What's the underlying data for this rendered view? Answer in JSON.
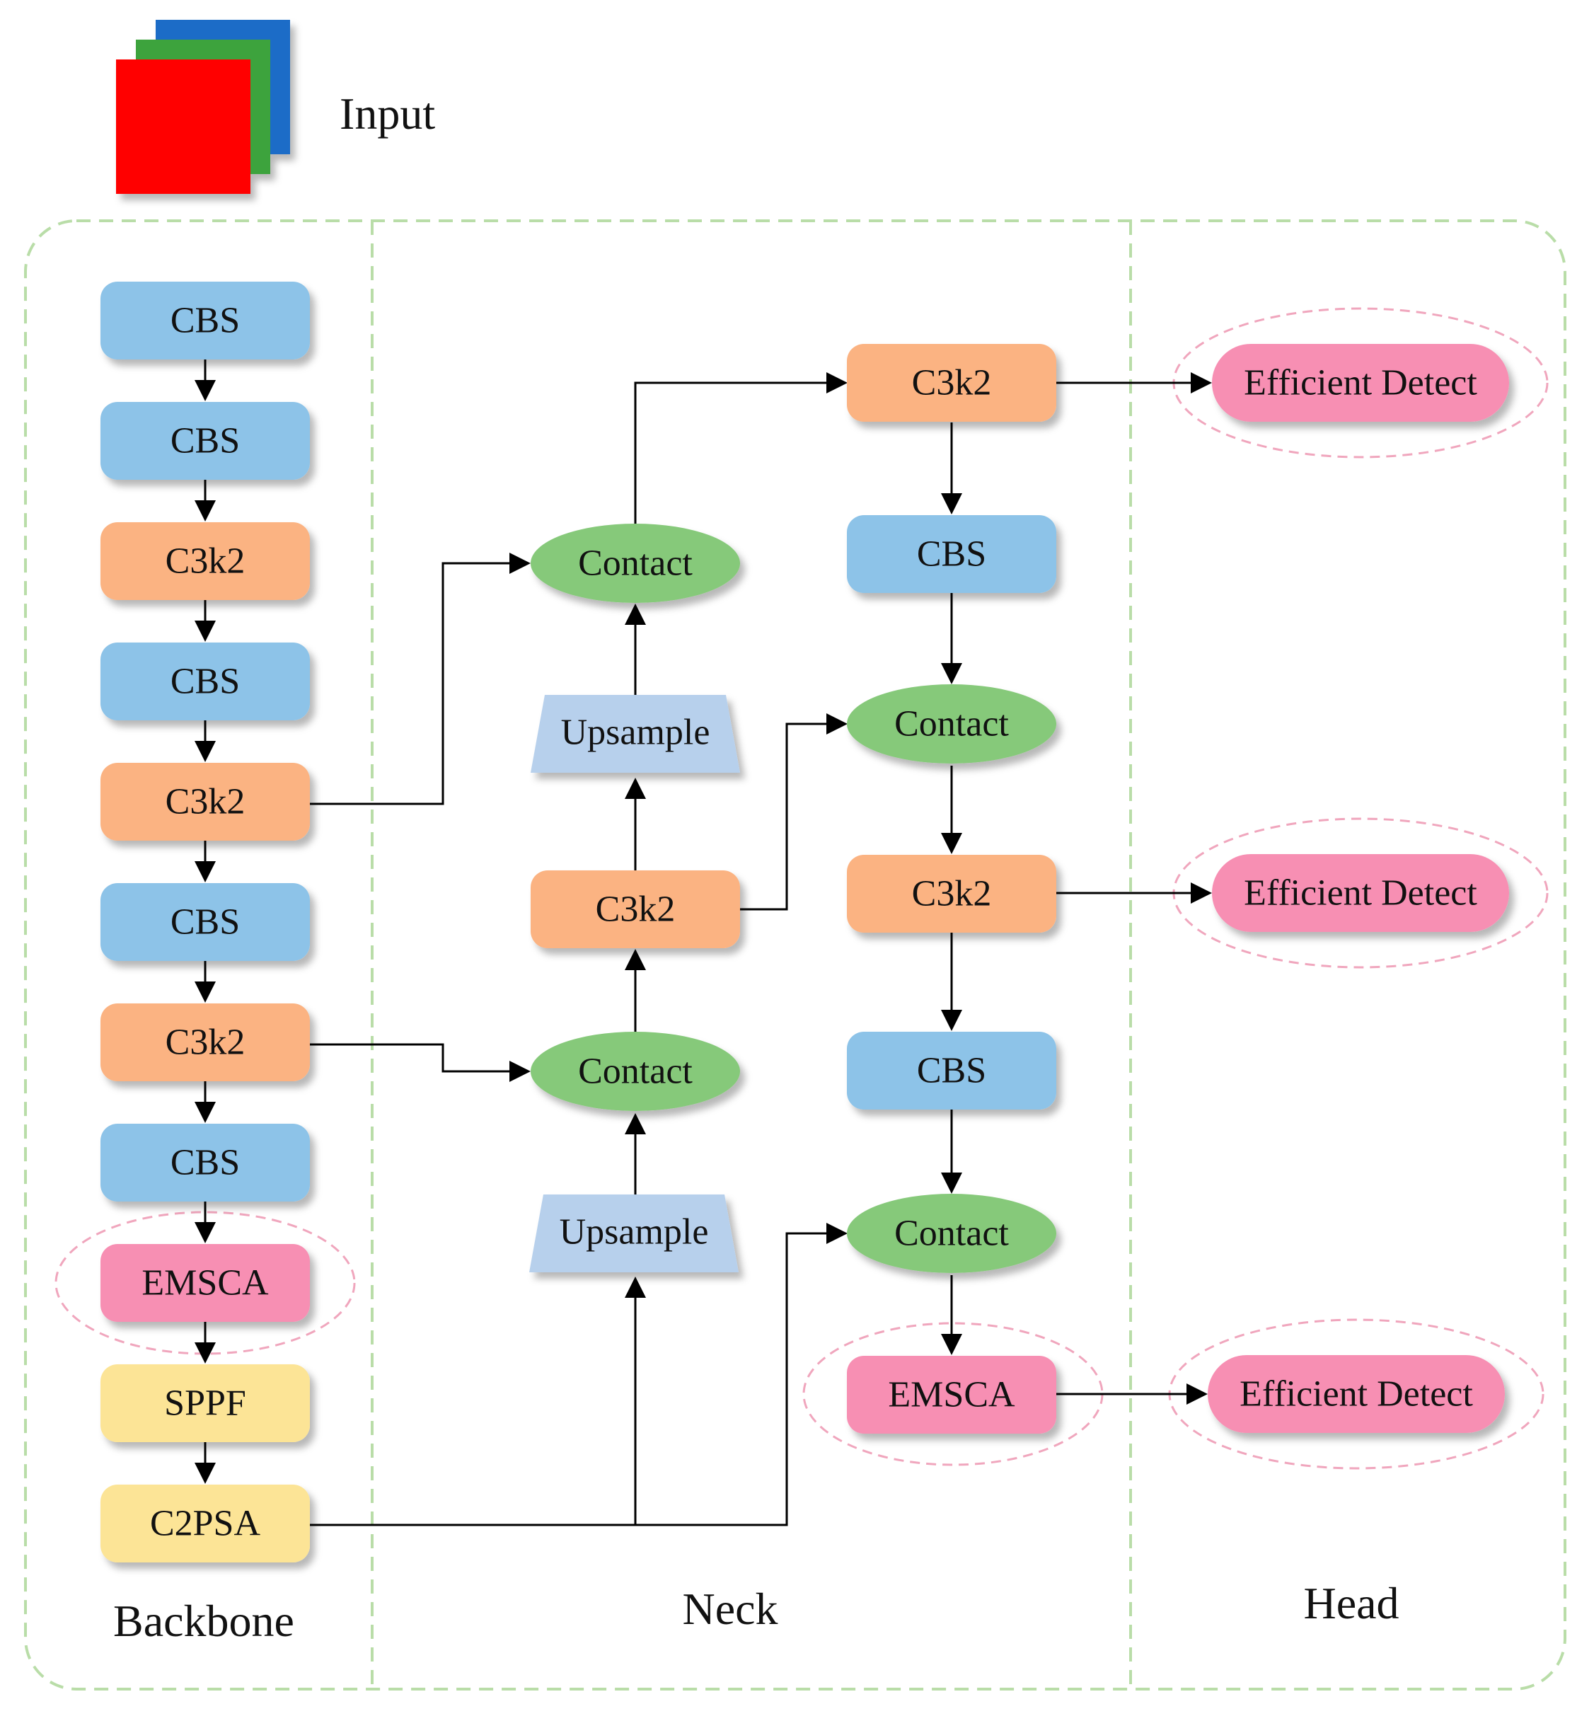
{
  "input": {
    "label": "Input"
  },
  "sections": {
    "backbone": "Backbone",
    "neck": "Neck",
    "head": "Head"
  },
  "backbone": {
    "b1": "CBS",
    "b2": "CBS",
    "b3": "C3k2",
    "b4": "CBS",
    "b5": "C3k2",
    "b6": "CBS",
    "b7": "C3k2",
    "b8": "CBS",
    "b9": "EMSCA",
    "b10": "SPPF",
    "b11": "C2PSA"
  },
  "neck": {
    "contact_top": "Contact",
    "upsample_top": "Upsample",
    "c3k2_mid": "C3k2",
    "contact_mid": "Contact",
    "upsample_bottom": "Upsample",
    "c3k2_right_top": "C3k2",
    "cbs_right_1": "CBS",
    "contact_right_1": "Contact",
    "c3k2_right_mid": "C3k2",
    "cbs_right_2": "CBS",
    "contact_right_2": "Contact",
    "emsca_right": "EMSCA"
  },
  "head": {
    "detect_1": "Efficient Detect",
    "detect_2": "Efficient Detect",
    "detect_3": "Efficient Detect"
  },
  "colors": {
    "cbs": "#8DC3E8",
    "c3k2": "#FBB382",
    "emsca": "#F78FB3",
    "sppf": "#FCE496",
    "contact": "#86C97A",
    "upsample": "#B7D0EC",
    "container_border": "#B9DDA8",
    "highlight_border": "#F0A6BD",
    "input_red": "#FF0000",
    "input_green": "#3CA33C",
    "input_blue": "#1F6CC7"
  }
}
